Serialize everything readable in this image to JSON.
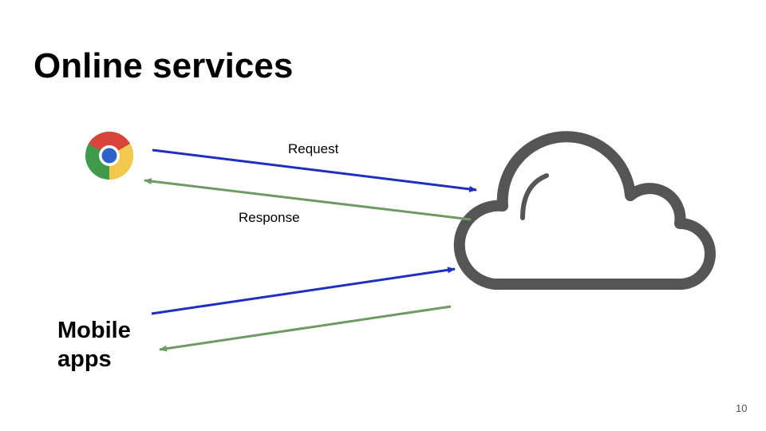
{
  "slide": {
    "title": "Online services",
    "page_number": "10"
  },
  "nodes": {
    "browser": {
      "icon": "chrome-browser-icon"
    },
    "mobile": {
      "label_line1": "Mobile",
      "label_line2": "apps"
    },
    "server": {
      "icon": "cloud-icon"
    }
  },
  "arrows": {
    "request_label": "Request",
    "response_label": "Response"
  },
  "colors": {
    "request": "#1f2fbf",
    "response": "#6e9a64",
    "cloud": "#555555",
    "chrome_red": "#d9443a",
    "chrome_yellow": "#f2c94c",
    "chrome_green": "#3f9a4b",
    "chrome_blue": "#2f62c8"
  }
}
